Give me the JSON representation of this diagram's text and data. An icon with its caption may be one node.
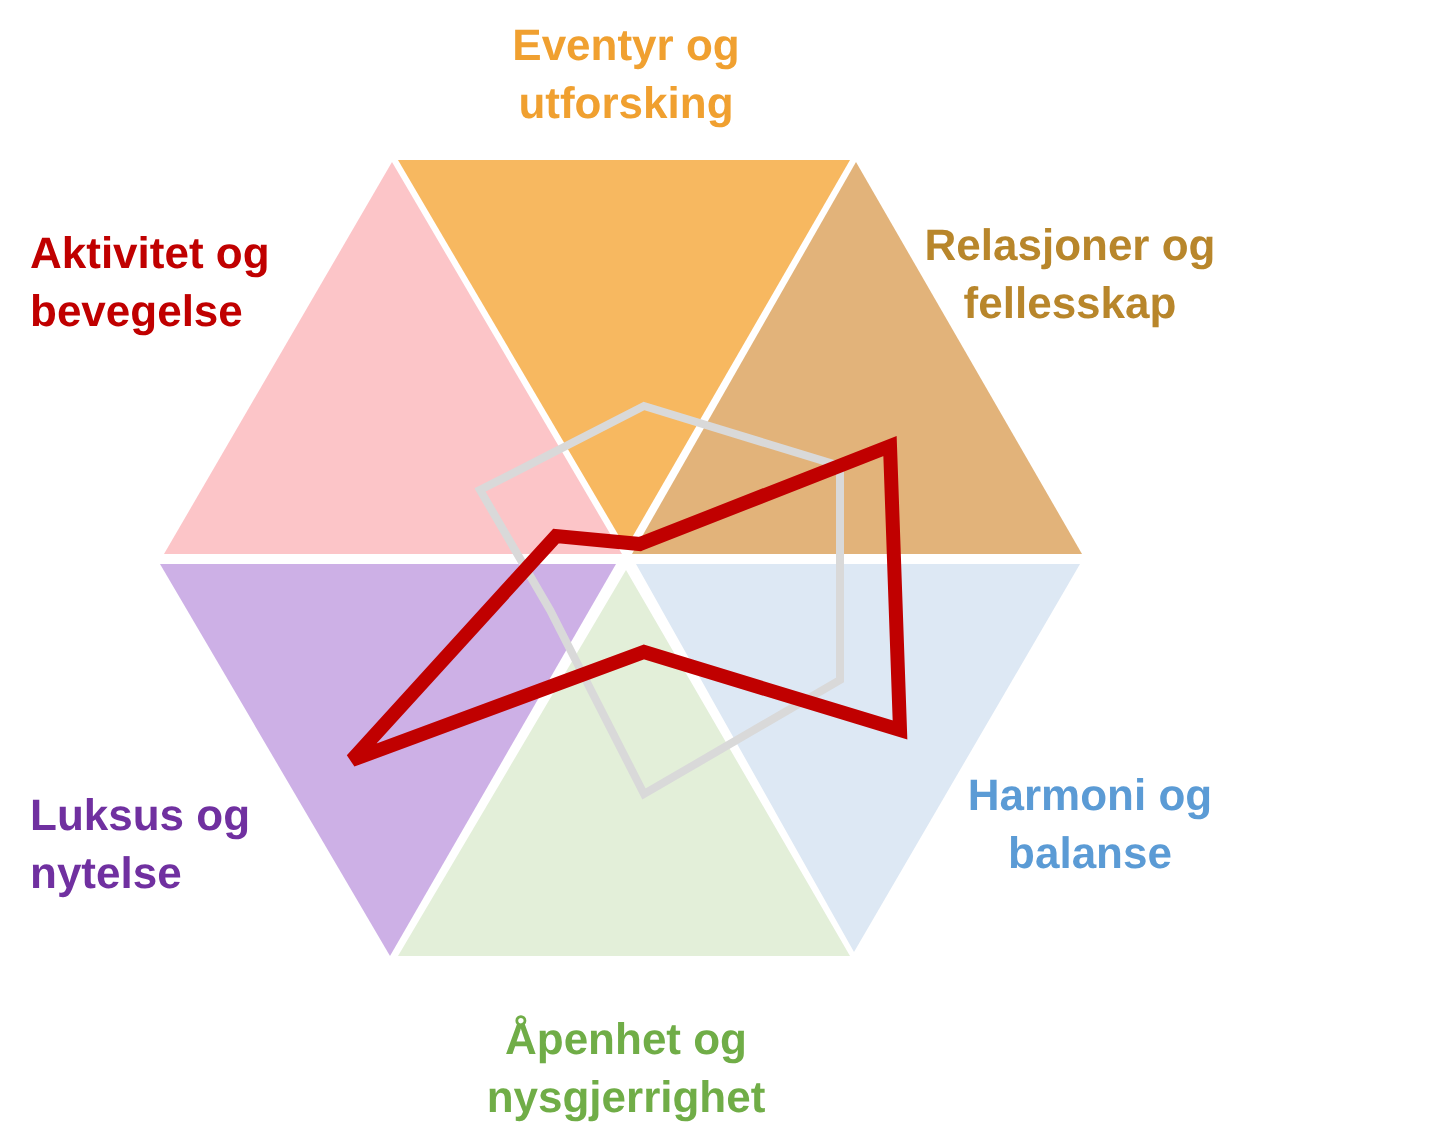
{
  "diagram": {
    "labels": [
      "Eventyr og utforsking",
      "Aktivitet og bevegelse",
      "Relasjoner og fellesskap",
      "Luksus og nytelse",
      "Harmoni og balanse",
      "Åpenhet og nysgjerrighet"
    ]
  }
}
